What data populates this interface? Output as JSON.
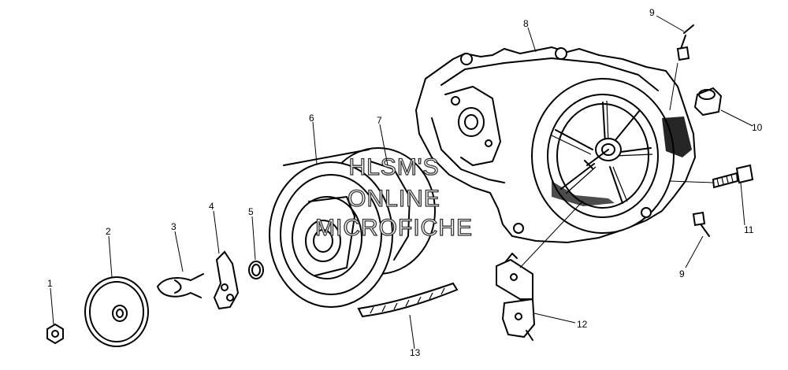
{
  "diagram": {
    "watermark": [
      "HLSM'S",
      "ONLINE",
      "MICROFICHE"
    ],
    "callouts": [
      {
        "id": "1",
        "label": "1"
      },
      {
        "id": "2",
        "label": "2"
      },
      {
        "id": "3",
        "label": "3"
      },
      {
        "id": "4",
        "label": "4"
      },
      {
        "id": "5",
        "label": "5"
      },
      {
        "id": "6",
        "label": "6"
      },
      {
        "id": "7",
        "label": "7"
      },
      {
        "id": "8",
        "label": "8"
      },
      {
        "id": "9a",
        "label": "9"
      },
      {
        "id": "9b",
        "label": "9"
      },
      {
        "id": "10",
        "label": "10"
      },
      {
        "id": "11",
        "label": "11"
      },
      {
        "id": "12",
        "label": "12"
      },
      {
        "id": "13",
        "label": "13"
      }
    ]
  }
}
